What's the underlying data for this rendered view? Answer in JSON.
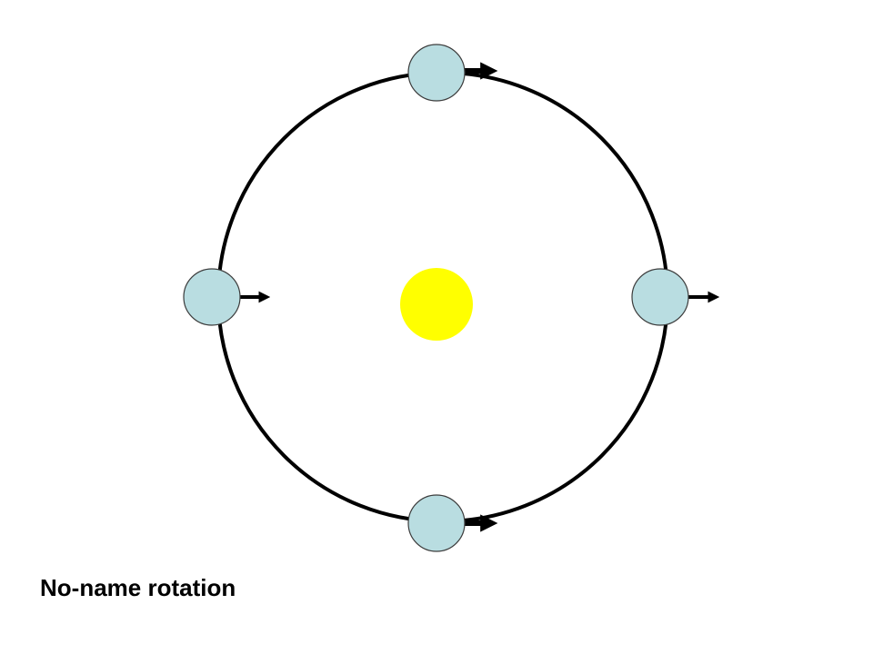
{
  "caption": "No-name rotation",
  "colors": {
    "background": "#ffffff",
    "orbit": "#000000",
    "sun": "#ffff00",
    "planet_fill": "#b9dde1",
    "planet_stroke": "#3c3c3c",
    "arrow": "#000000"
  },
  "diagram": {
    "central_body": "sun",
    "orbiting_body_positions": [
      "top",
      "right",
      "bottom",
      "left"
    ],
    "arrow_direction": "right"
  }
}
